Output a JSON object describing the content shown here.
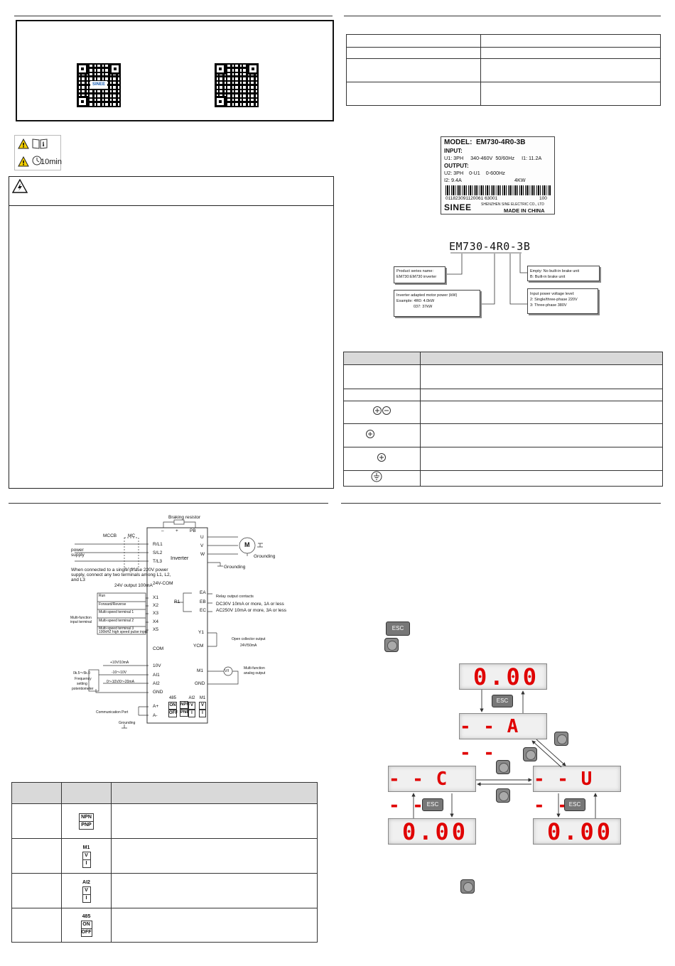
{
  "qr_box": {
    "logo_text": "SINEE"
  },
  "warning_icons": {
    "timer_label": "10min"
  },
  "nameplate": {
    "model": "MODEL:  EM730-4R0-3B",
    "input": "INPUT:",
    "u1": "U1: 3PH     340-460V  50/60Hz     I1: 11.2A",
    "output": "OUTPUT:",
    "u2": "U2: 3PH    0-U1    0-600Hz",
    "i2": "I2: 9.4A",
    "kw": "4KW",
    "barcode_text": "011823091120061 63001",
    "serial_suffix": "100",
    "brand": "SINEE",
    "company": "SHENZHEN SINE ELECTRIC CO., LTD",
    "made_in": "MADE IN CHINA"
  },
  "model_code": {
    "code": "EM730-4R0-3B",
    "box_series": [
      "Product series name:",
      "EM730:EM730 inverter"
    ],
    "box_power": [
      "Inverter adapted motor power (kW)",
      "Example: 4R0: 4.0kW",
      "037: 37kW"
    ],
    "box_brake": [
      "Empty: No built-in brake unit",
      "B: Built-in brake unit"
    ],
    "box_voltage": [
      "Input power voltage level:",
      "2: Single/three-phase 220V",
      "3: Three-phase 380V"
    ]
  },
  "wiring": {
    "braking_resistor": "Braking resistor",
    "mccb": "MCCB",
    "mc": "MC",
    "power_supply": [
      "power",
      "supply"
    ],
    "minus": "–",
    "plus": "+",
    "pb": "PB",
    "r_l1": "R/L1",
    "s_l2": "S/L2",
    "t_l3": "T/L3",
    "inverter": "Inverter",
    "u": "U",
    "v": "V",
    "w": "W",
    "motor": "M",
    "grounding": "Grounding",
    "single_phase_note": [
      "When connected to a single-phase 220V power",
      "supply, connect any two terminals among L1, L2,",
      "and L3"
    ],
    "output_24v": "24V output 100mA",
    "com24": "24V-COM",
    "run": "Run",
    "fwd_rev": "Forward/Reverse",
    "ms1": "Multi-speed terminal 1",
    "ms2": "Multi-speed terminal 2",
    "ms3": "Multi-speed terminal 3",
    "pulse": "100kHZ high speed pulse input",
    "mf_input": [
      "Multi-function",
      "input terminal"
    ],
    "x1": "X1",
    "x2": "X2",
    "x3": "X3",
    "x4": "X4",
    "x5": "X5",
    "com": "COM",
    "r1": "R1",
    "ea": "EA",
    "eb": "EB",
    "ec": "EC",
    "relay_title": "Relay output contacts",
    "relay_dc": "DC30V 10mA or more, 1A or less",
    "relay_ac": "AC250V 10mA or more, 3A or less",
    "y1": "Y1",
    "ycm": "YCM",
    "open_collector": "Open collector output",
    "oc_rating": "24V/50mA",
    "v10": "10V",
    "ai1": "AI1",
    "ai2": "AI2",
    "gnd": "GND",
    "ma10": "+10V/10mA",
    "range_ai1": "-10～10V",
    "range_ai2": "0～10V/0～20mA",
    "pot": "0k.5～5k.0",
    "freq_pot": [
      "Frequency",
      "setting",
      "potentiometer"
    ],
    "m1": "M1",
    "gnd2": "GND",
    "mf_analog": [
      "Multi-function",
      "analog output"
    ],
    "vi": "V/I",
    "a_plus": "A+",
    "a_minus": "A-",
    "comm_port": "Communication Port",
    "sw_485": [
      "485",
      "ON",
      "OFF"
    ],
    "sw_npn": [
      "NPN",
      "PNP"
    ],
    "sw_ai2": [
      "AI2",
      "V",
      "I"
    ],
    "sw_m1": [
      "M1",
      "V",
      "I"
    ]
  },
  "switch_table": {
    "npn": [
      "NPN",
      "PNP"
    ],
    "m1": [
      "M1",
      "V",
      "I"
    ],
    "ai2": [
      "AI2",
      "V",
      "I"
    ],
    "r485": [
      "485",
      "ON",
      "OFF"
    ]
  },
  "panel_flow": {
    "esc_label": "ESC",
    "display_top": "0.00",
    "display_a": "- - A - -",
    "display_c": "- - C - -",
    "display_u": "- - U - -",
    "display_bl": "0.00",
    "display_br": "0.00"
  }
}
